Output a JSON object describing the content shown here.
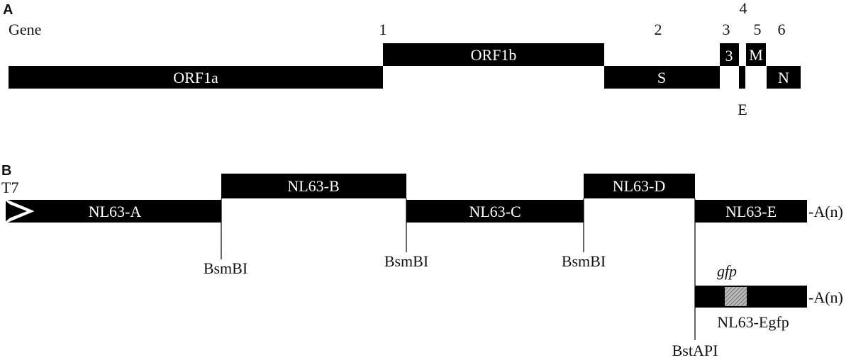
{
  "panel_a": {
    "label": "A",
    "gene_label": "Gene",
    "gene_numbers": [
      "1",
      "2",
      "3",
      "4",
      "5",
      "6"
    ],
    "orfs": [
      "ORF1a",
      "ORF1b",
      "S",
      "3",
      "E",
      "M",
      "N"
    ]
  },
  "panel_b": {
    "label": "B",
    "promoter": "T7",
    "fragments": [
      "NL63-A",
      "NL63-B",
      "NL63-C",
      "NL63-D",
      "NL63-E"
    ],
    "poly_a": "-A(n)",
    "sites": [
      "BsmBI",
      "BsmBI",
      "BsmBI",
      "BstAPI"
    ],
    "reporter_gene": "gfp",
    "reporter_fragment": "NL63-Egfp",
    "reporter_poly_a": "-A(n)"
  }
}
